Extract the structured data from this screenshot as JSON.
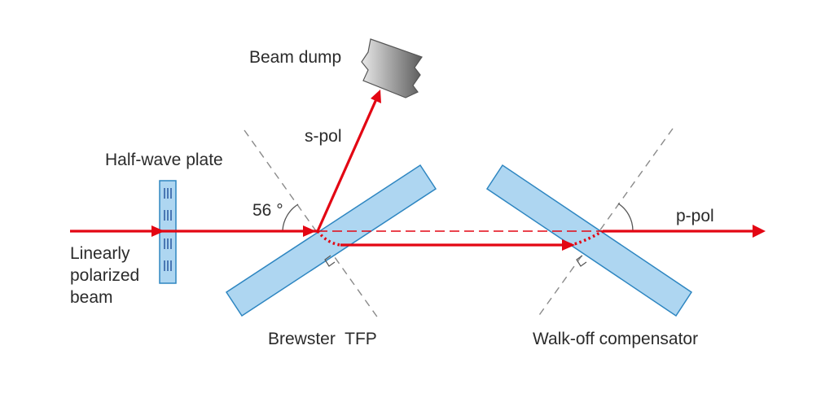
{
  "labels": {
    "beam_dump": "Beam dump",
    "s_pol": "s-pol",
    "half_wave_plate": "Half-wave plate",
    "angle": "56 °",
    "p_pol": "p-pol",
    "linearly": "Linearly",
    "polarized": "polarized",
    "beam": "beam",
    "brewster_tfp": "Brewster  TFP",
    "walk_off_compensator": "Walk-off compensator"
  },
  "colors": {
    "beam": "#e30613",
    "optic_fill": "#aed6f1",
    "optic_stroke": "#2e86c1",
    "wave_lines": "#1f4e9a",
    "guide": "#8a8a8a",
    "text": "#2b2b2b"
  }
}
